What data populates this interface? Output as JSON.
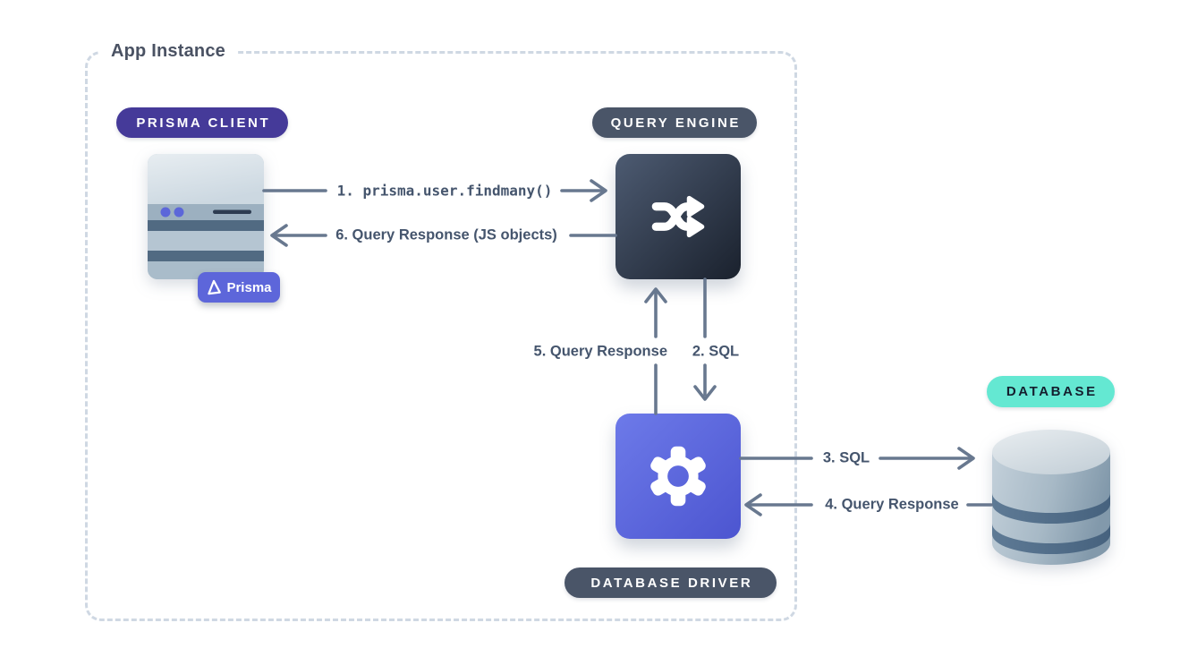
{
  "app_box": {
    "title": "App Instance"
  },
  "badges": {
    "prisma_client": {
      "label": "PRISMA CLIENT",
      "bg": "#453a99",
      "fg": "#ffffff"
    },
    "query_engine": {
      "label": "QUERY ENGINE",
      "bg": "#4a5568",
      "fg": "#ffffff"
    },
    "database_driver": {
      "label": "DATABASE DRIVER",
      "bg": "#4a5568",
      "fg": "#ffffff"
    },
    "database": {
      "label": "DATABASE",
      "bg": "#64e8d2",
      "fg": "#141f2e"
    }
  },
  "nodes": {
    "prisma_client_server": {
      "icon": "server-icon",
      "logo_label": "Prisma"
    },
    "query_engine_square": {
      "icon": "shuffle-icon"
    },
    "database_driver_square": {
      "icon": "gear-icon"
    },
    "database_cylinder": {
      "icon": "database-cylinder-icon"
    }
  },
  "flows": [
    {
      "id": 1,
      "label": "1. prisma.user.findmany()",
      "from": "prisma-client",
      "to": "query-engine",
      "direction": "right",
      "mono": true
    },
    {
      "id": 2,
      "label": "2. SQL",
      "from": "query-engine",
      "to": "database-driver",
      "direction": "down",
      "mono": false
    },
    {
      "id": 3,
      "label": "3. SQL",
      "from": "database-driver",
      "to": "database",
      "direction": "right",
      "mono": false
    },
    {
      "id": 4,
      "label": "4. Query Response",
      "from": "database",
      "to": "database-driver",
      "direction": "left",
      "mono": false
    },
    {
      "id": 5,
      "label": "5. Query Response",
      "from": "database-driver",
      "to": "query-engine",
      "direction": "up",
      "mono": false
    },
    {
      "id": 6,
      "label": "6. Query Response (JS objects)",
      "from": "query-engine",
      "to": "prisma-client",
      "direction": "left",
      "mono": false
    }
  ],
  "colors": {
    "arrow": "#68788f",
    "label_text": "#45556d",
    "title_text": "#4a5263",
    "dashed_border": "#cfd8e3",
    "engine_gradient": [
      "#4d5b72",
      "#1a212d"
    ],
    "driver_gradient": [
      "#6d7ae9",
      "#4c55d0"
    ],
    "prisma_badge_bg": "#5d66da",
    "background": "#ffffff"
  }
}
